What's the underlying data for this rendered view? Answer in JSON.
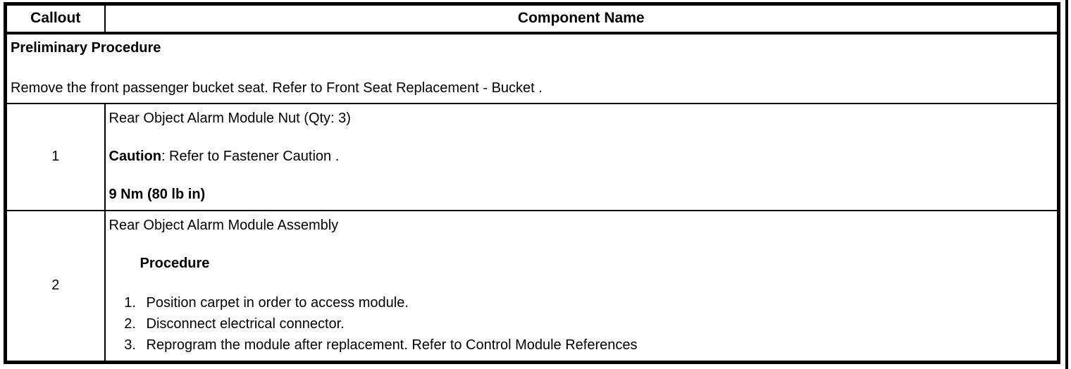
{
  "table": {
    "headers": {
      "callout": "Callout",
      "component": "Component Name"
    },
    "preliminary": {
      "title": "Preliminary Procedure",
      "text": "Remove the front passenger bucket seat. Refer to Front Seat Replacement - Bucket ."
    },
    "rows": [
      {
        "callout": "1",
        "name": "Rear Object Alarm Module Nut (Qty: 3)",
        "caution_label": "Caution",
        "caution_text": ": Refer to Fastener Caution .",
        "torque": "9 Nm (80 lb in)"
      },
      {
        "callout": "2",
        "name": "Rear Object Alarm Module Assembly",
        "procedure_label": "Procedure",
        "steps": [
          "Position carpet in order to access module.",
          "Disconnect electrical connector.",
          "Reprogram the module after replacement. Refer to Control Module References"
        ]
      }
    ]
  },
  "colors": {
    "border": "#000000",
    "text": "#000000",
    "background": "#ffffff"
  }
}
